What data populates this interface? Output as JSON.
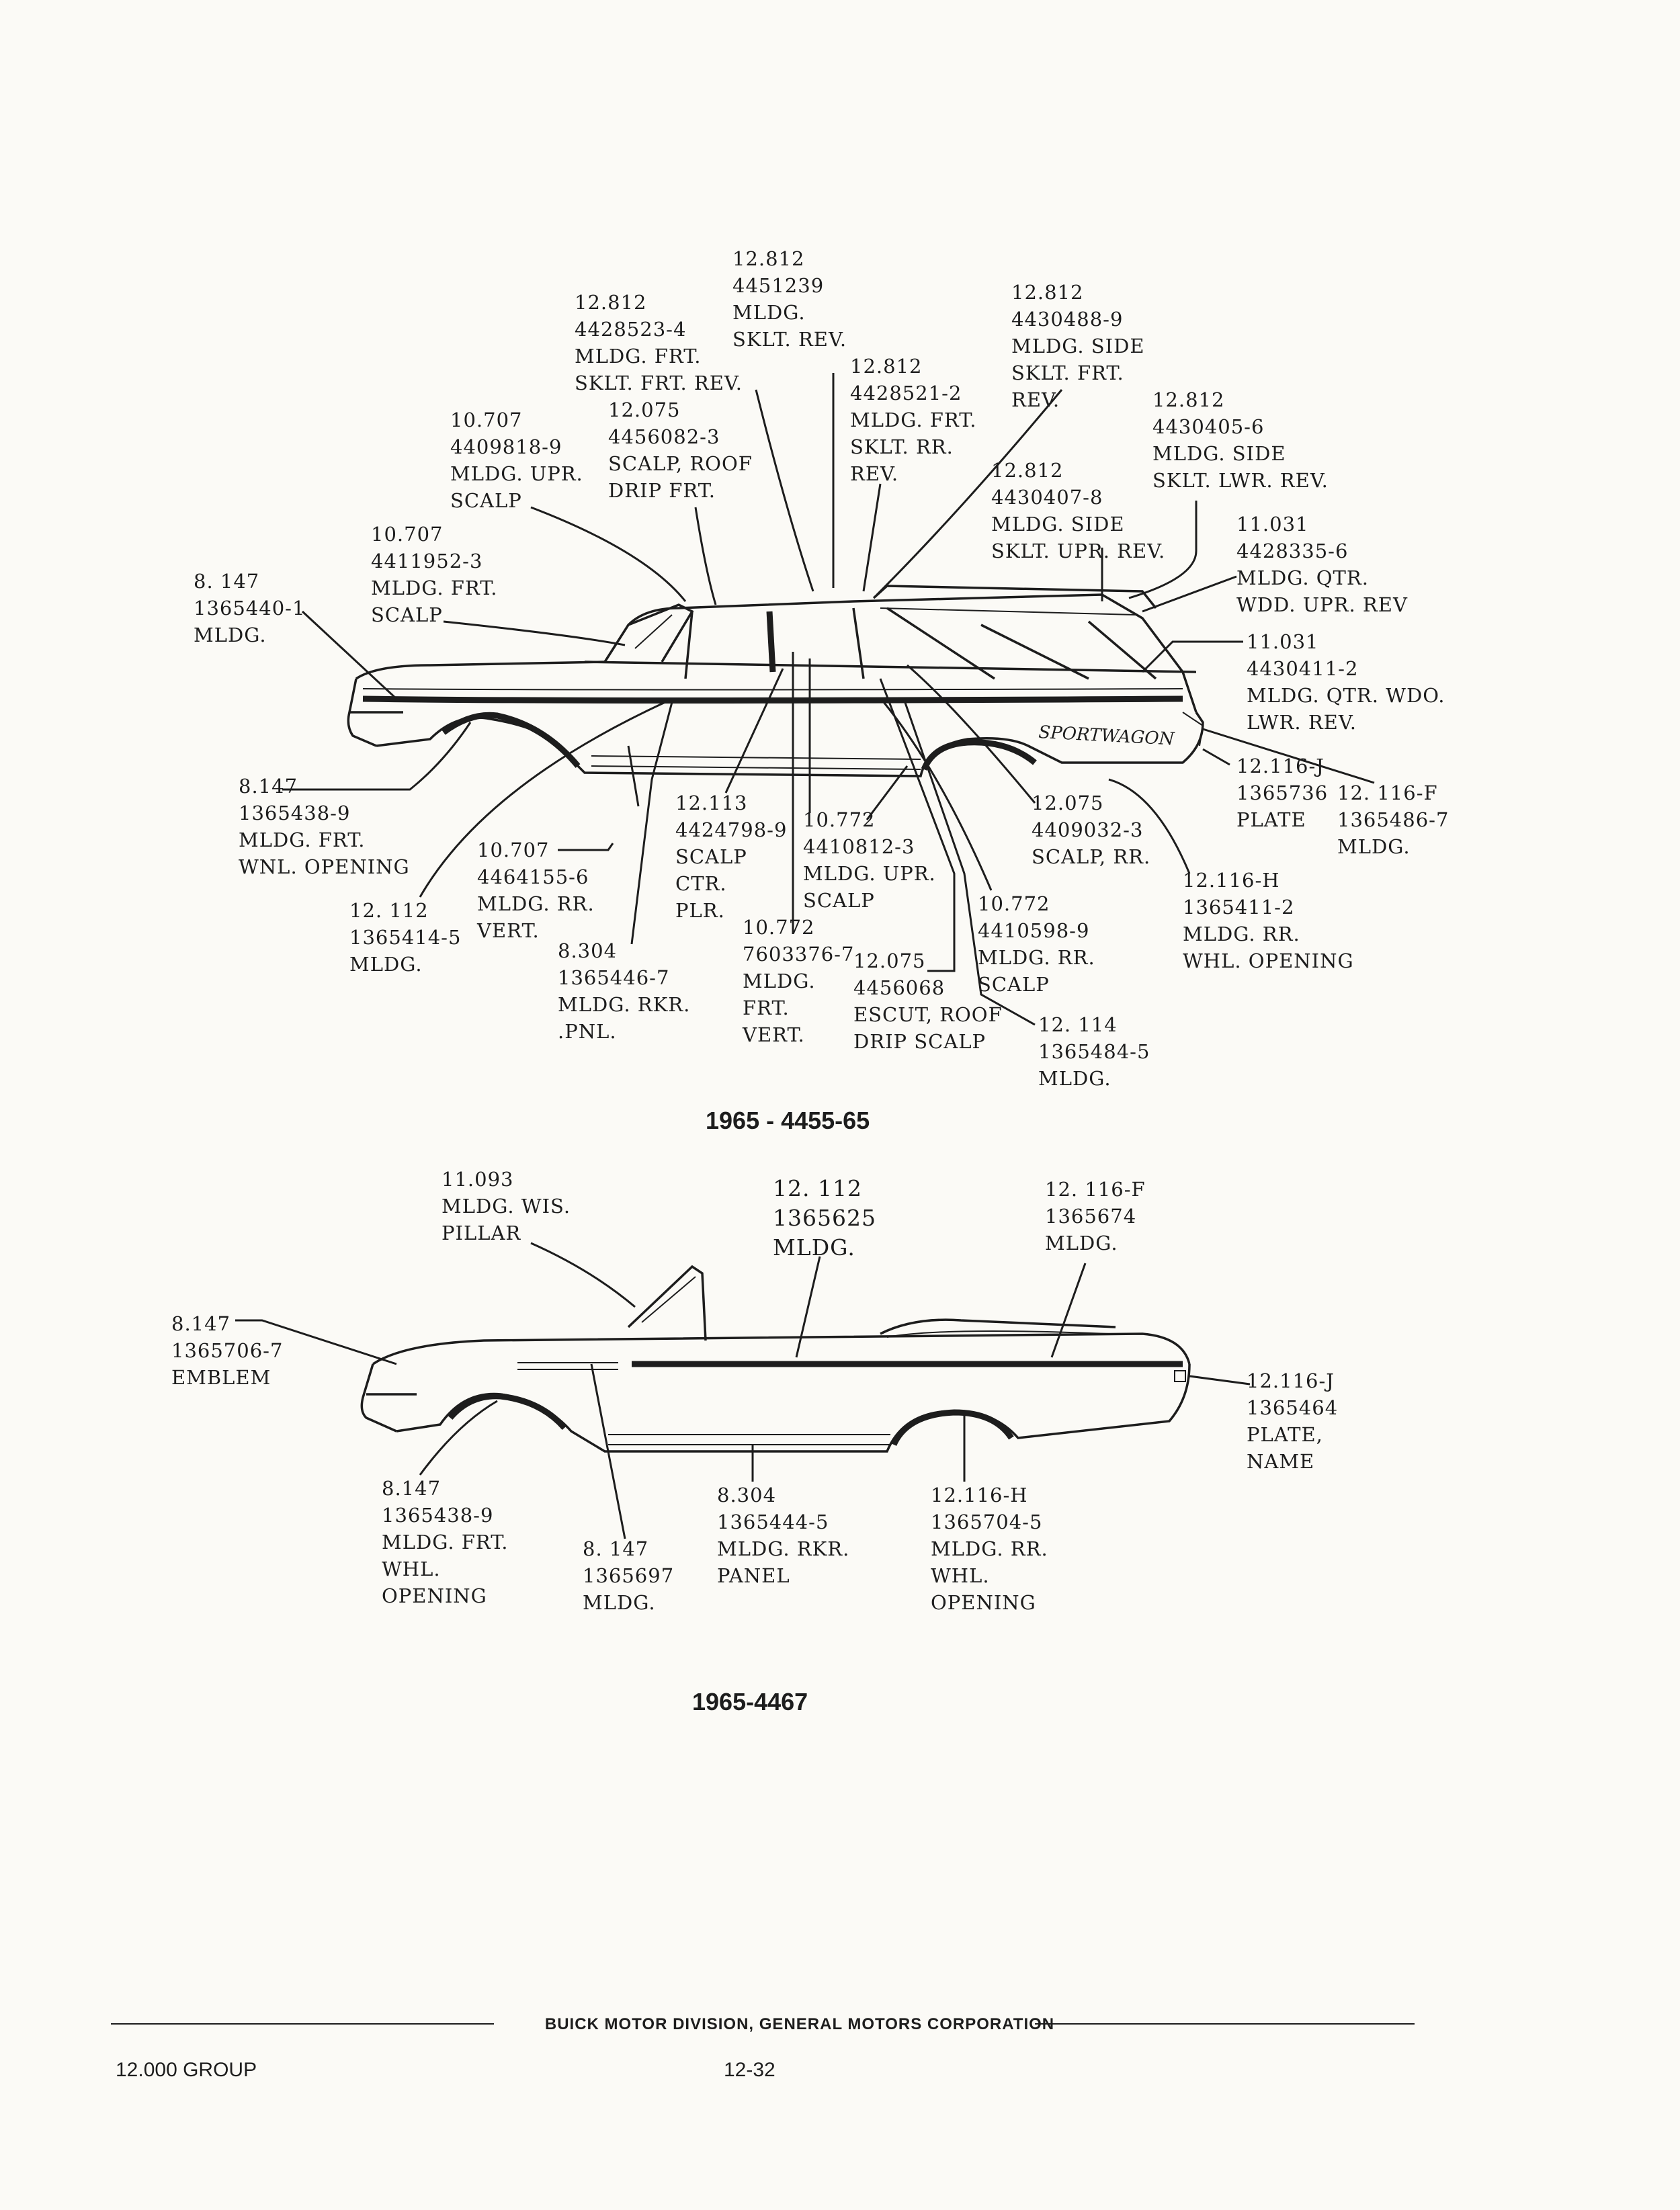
{
  "diagram_1": {
    "caption": "1965 - 4455-65",
    "emblem_text": "SPORTWAGON",
    "callouts": [
      {
        "lines": [
          "12.812",
          "4451239",
          "MLDG.",
          "SKLT. REV."
        ]
      },
      {
        "lines": [
          "12.812",
          "4428523-4",
          "MLDG. FRT.",
          "SKLT. FRT. REV."
        ]
      },
      {
        "lines": [
          "12.812",
          "4430488-9",
          "MLDG. SIDE",
          "SKLT. FRT.",
          "REV."
        ]
      },
      {
        "lines": [
          "12.812",
          "4428521-2",
          "MLDG. FRT.",
          "SKLT. RR.",
          "REV."
        ]
      },
      {
        "lines": [
          "12.075",
          "4456082-3",
          "SCALP, ROOF",
          "DRIP FRT."
        ]
      },
      {
        "lines": [
          "10.707",
          "4409818-9",
          "MLDG. UPR.",
          "SCALP"
        ]
      },
      {
        "lines": [
          "12.812",
          "4430405-6",
          "MLDG. SIDE",
          "SKLT. LWR. REV."
        ]
      },
      {
        "lines": [
          "12.812",
          "4430407-8",
          "MLDG. SIDE",
          "SKLT. UPR. REV."
        ]
      },
      {
        "lines": [
          "11.031",
          "4428335-6",
          "MLDG. QTR.",
          "WDD. UPR. REV"
        ]
      },
      {
        "lines": [
          "10.707",
          "4411952-3",
          "MLDG. FRT.",
          "SCALP"
        ]
      },
      {
        "lines": [
          "8. 147",
          "1365440-1",
          "MLDG."
        ]
      },
      {
        "lines": [
          "11.031",
          "4430411-2",
          "MLDG. QTR. WDO.",
          "LWR. REV."
        ]
      },
      {
        "lines": [
          "12.116-J",
          "1365736",
          "PLATE"
        ]
      },
      {
        "lines": [
          "12. 116-F",
          "1365486-7",
          "MLDG."
        ]
      },
      {
        "lines": [
          "8.147",
          "1365438-9",
          "MLDG. FRT.",
          "WNL. OPENING"
        ]
      },
      {
        "lines": [
          "12.113",
          "4424798-9",
          "SCALP",
          "CTR.",
          "PLR."
        ]
      },
      {
        "lines": [
          "10.772",
          "4410812-3",
          "MLDG. UPR.",
          "SCALP"
        ]
      },
      {
        "lines": [
          "12.075",
          "4409032-3",
          "SCALP, RR."
        ]
      },
      {
        "lines": [
          "10.707",
          "4464155-6",
          "MLDG. RR.",
          "VERT."
        ]
      },
      {
        "lines": [
          "12. 112",
          "1365414-5",
          "MLDG."
        ]
      },
      {
        "lines": [
          "12.116-H",
          "1365411-2",
          "MLDG. RR.",
          "WHL. OPENING"
        ]
      },
      {
        "lines": [
          "10.772",
          "4410598-9",
          "MLDG. RR.",
          "SCALP"
        ]
      },
      {
        "lines": [
          "8.304",
          "1365446-7",
          "MLDG. RKR.",
          ".PNL."
        ]
      },
      {
        "lines": [
          "10.772",
          "7603376-7",
          "MLDG.",
          "FRT.",
          "VERT."
        ]
      },
      {
        "lines": [
          "12.075",
          "4456068",
          "ESCUT, ROOF",
          "DRIP SCALP"
        ]
      },
      {
        "lines": [
          "12. 114",
          "1365484-5",
          "MLDG."
        ]
      }
    ]
  },
  "diagram_2": {
    "caption": "1965-4467",
    "callouts": [
      {
        "lines": [
          "11.093",
          "MLDG. WIS.",
          "PILLAR"
        ]
      },
      {
        "lines": [
          "12. 112",
          "1365625",
          "MLDG."
        ]
      },
      {
        "lines": [
          "12. 116-F",
          "1365674",
          "MLDG."
        ]
      },
      {
        "lines": [
          "8.147",
          "1365706-7",
          "EMBLEM"
        ]
      },
      {
        "lines": [
          "12.116-J",
          "1365464",
          "PLATE,",
          "NAME"
        ]
      },
      {
        "lines": [
          "8.147",
          "1365438-9",
          "MLDG. FRT.",
          "WHL.",
          "OPENING"
        ]
      },
      {
        "lines": [
          "8. 147",
          "1365697",
          "MLDG."
        ]
      },
      {
        "lines": [
          "8.304",
          "1365444-5",
          "MLDG. RKR.",
          "PANEL"
        ]
      },
      {
        "lines": [
          "12.116-H",
          "1365704-5",
          "MLDG. RR.",
          "WHL.",
          "OPENING"
        ]
      }
    ]
  },
  "footer": {
    "division": "BUICK MOTOR DIVISION, GENERAL MOTORS CORPORATION",
    "group": "12.000 GROUP",
    "page": "12-32"
  }
}
